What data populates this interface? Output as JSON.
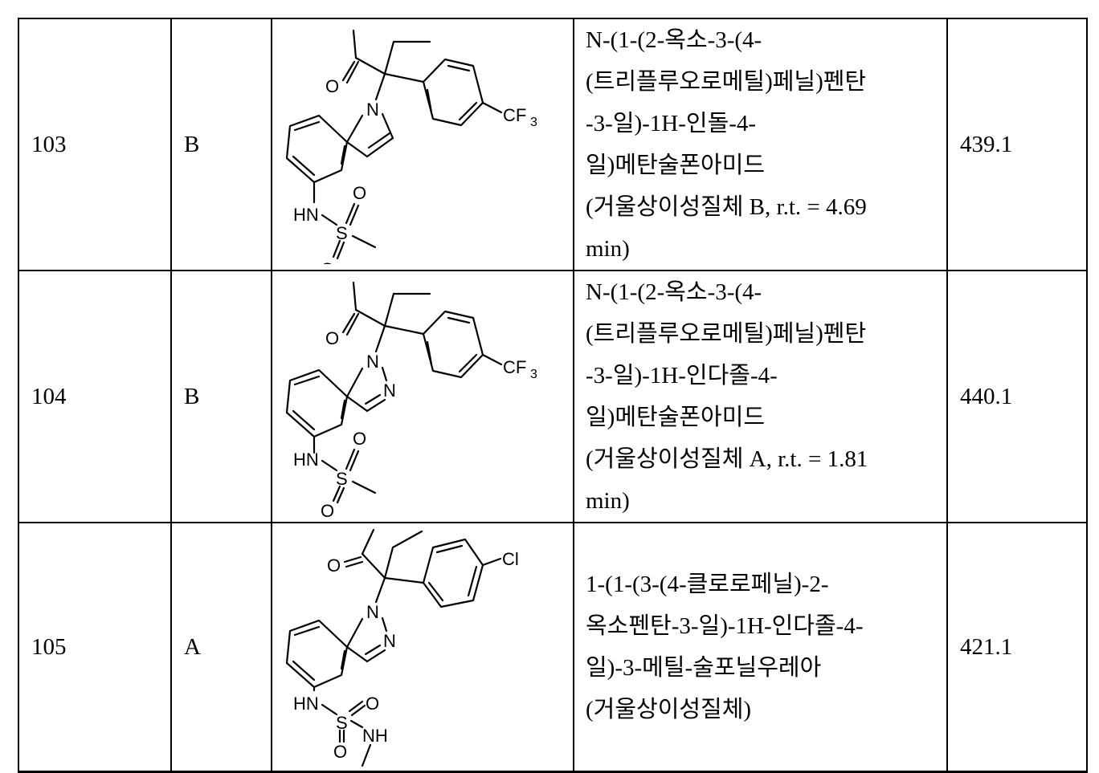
{
  "rows": [
    {
      "id": "103",
      "activity": "B",
      "name_lines": [
        "N-(1-(2-옥소-3-(4-",
        "(트리플루오로메틸)페닐)펜탄",
        "-3-일)-1H-인돌-4-",
        "일)메탄술폰아미드",
        "(거울상이성질체 B, r.t. = 4.69",
        "min)"
      ],
      "ms": "439.1",
      "structure_labels": {
        "o": "O",
        "n1": "N",
        "cf3": "CF",
        "cf3_sub": "3",
        "hn": "HN",
        "s": "S",
        "o2": "O",
        "o3": "O"
      }
    },
    {
      "id": "104",
      "activity": "B",
      "name_lines": [
        "N-(1-(2-옥소-3-(4-",
        "(트리플루오로메틸)페닐)펜탄",
        "-3-일)-1H-인다졸-4-",
        "일)메탄술폰아미드",
        "(거울상이성질체 A, r.t. = 1.81",
        "min)"
      ],
      "ms": "440.1",
      "structure_labels": {
        "o": "O",
        "n1": "N",
        "n2": "N",
        "cf3": "CF",
        "cf3_sub": "3",
        "hn": "HN",
        "s": "S",
        "o2": "O",
        "o3": "O"
      }
    },
    {
      "id": "105",
      "activity": "A",
      "name_lines": [
        "1-(1-(3-(4-클로로페닐)-2-",
        "옥소펜탄-3-일)-1H-인다졸-4-",
        "일)-3-메틸-술포닐우레아",
        "(거울상이성질체)"
      ],
      "ms": "421.1",
      "structure_labels": {
        "o": "O",
        "n1": "N",
        "n2": "N",
        "cl": "Cl",
        "hn": "HN",
        "s": "S",
        "o2": "O",
        "o3": "O",
        "nh": "NH"
      }
    }
  ]
}
